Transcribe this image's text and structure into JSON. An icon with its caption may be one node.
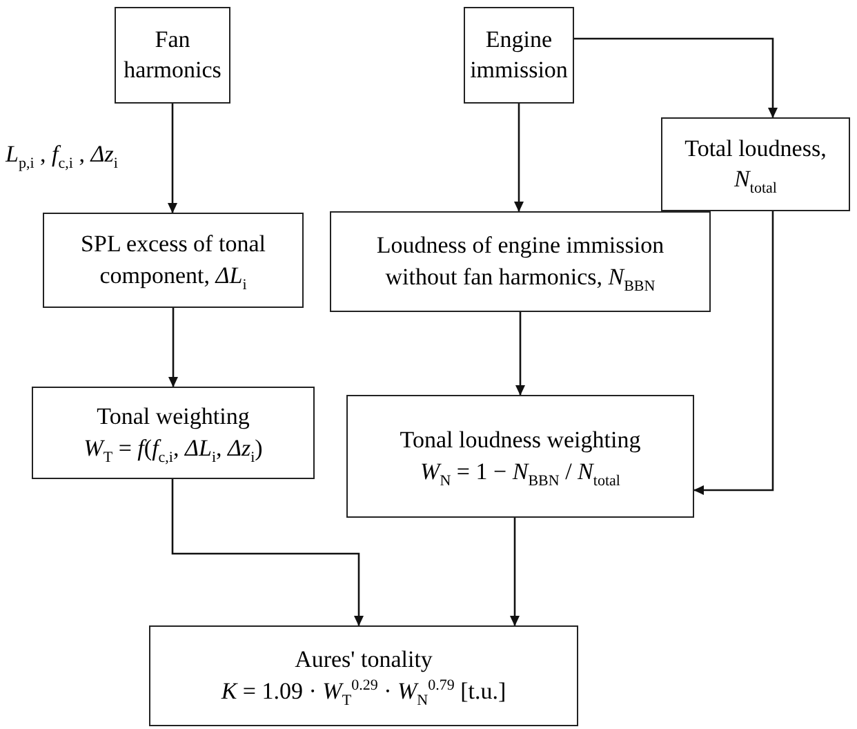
{
  "diagram": {
    "nodes": [
      {
        "text": [
          "Fan harmonics"
        ]
      },
      {
        "text": [
          "Engine immission"
        ]
      },
      {
        "text": [
          "Total loudness, *N*$_{total}$"
        ]
      },
      {
        "text": [
          "SPL excess of tonal component, *ΔL*$_{i}$"
        ]
      },
      {
        "text": [
          "Loudness of engine immission without fan harmonics, *N*$_{BBN}$"
        ]
      },
      {
        "text": [
          "Tonal weighting",
          "*W*$_{T}$ = *f*(*f*$_{c,i}$, *ΔL*$_{i}$, *Δz*$_{i}$)"
        ]
      },
      {
        "text": [
          "Tonal loudness weighting",
          "*W*$_{N}$ = 1 − *N*$_{BBN}$ / *N*$_{total}$"
        ]
      },
      {
        "text": [
          "Aures' tonality",
          "*K* = 1.09 · *W*$_{T}$$^{0.29}$ · *W*$_{N}$$^{0.79}$   [t.u.]"
        ]
      }
    ],
    "edges": [
      {
        "from": 0,
        "to": 3,
        "arrow": "to",
        "label": "*L*$_{p,i}$ , *f*$_{c,i}$ , *Δz*$_{i}$"
      },
      {
        "from": 3,
        "to": 5,
        "arrow": "to"
      },
      {
        "from": 5,
        "to": 7,
        "arrow": "to"
      },
      {
        "from": 1,
        "to": 4,
        "arrow": "to"
      },
      {
        "from": 1,
        "to": 2,
        "arrow": "to"
      },
      {
        "from": 4,
        "to": 6,
        "arrow": "to"
      },
      {
        "from": 2,
        "to": 6,
        "arrow": "to"
      },
      {
        "from": 6,
        "to": 7,
        "arrow": "to"
      }
    ]
  }
}
